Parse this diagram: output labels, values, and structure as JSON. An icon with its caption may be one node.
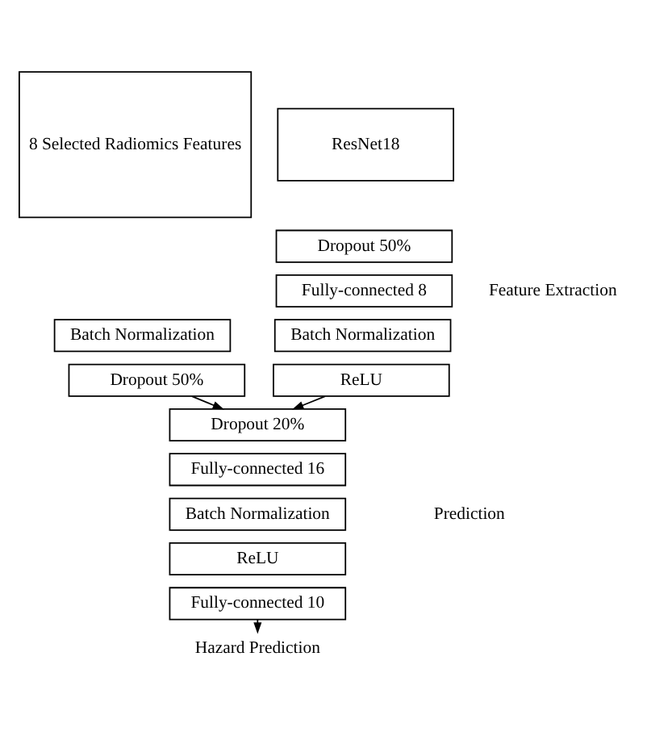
{
  "diagram": {
    "nodes": [
      {
        "text": [
          "8 Selected Radiomics Features"
        ]
      },
      {
        "text": [
          "Batch Normalization"
        ]
      },
      {
        "text": [
          "Dropout 50%"
        ]
      },
      {
        "text": [
          "ResNet18"
        ]
      },
      {
        "text": [
          "Dropout 50%"
        ]
      },
      {
        "text": [
          "Fully-connected 8"
        ]
      },
      {
        "text": [
          "Batch Normalization"
        ]
      },
      {
        "text": [
          "ReLU"
        ]
      },
      {
        "text": [
          "Dropout 20%"
        ]
      },
      {
        "text": [
          "Fully-connected 16"
        ]
      },
      {
        "text": [
          "Batch Normalization"
        ]
      },
      {
        "text": [
          "ReLU"
        ]
      },
      {
        "text": [
          "Fully-connected 10"
        ]
      },
      {
        "text": [
          "Hazard Prediction"
        ]
      }
    ],
    "edges": [
      {
        "from": 2,
        "to": 8,
        "arrow": "to"
      },
      {
        "from": 7,
        "to": 8,
        "arrow": "to"
      },
      {
        "from": 12,
        "to": 13,
        "arrow": "to"
      }
    ],
    "labels": [
      "Feature Extraction",
      "Prediction"
    ]
  }
}
